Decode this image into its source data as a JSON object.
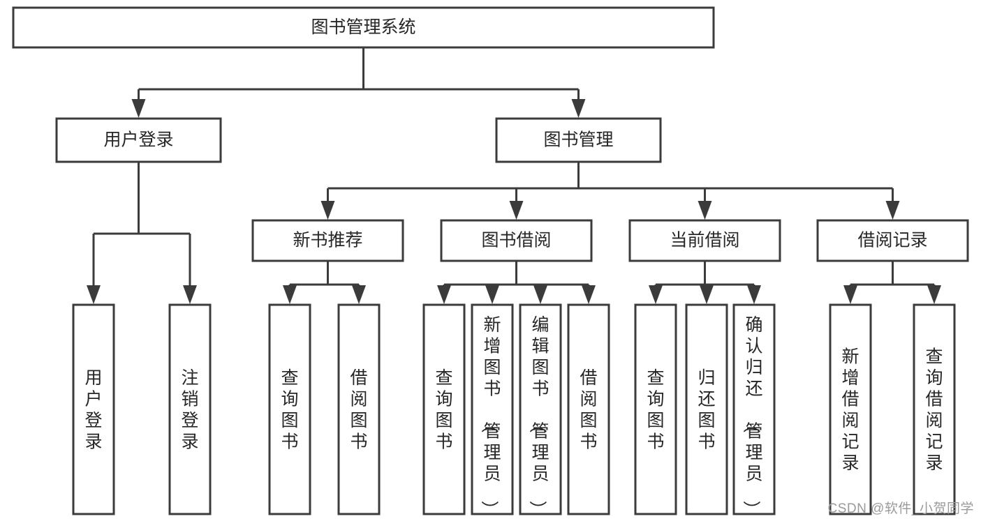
{
  "diagram": {
    "title": "图书管理系统",
    "type": "hierarchy-tree",
    "orientation": "top-down",
    "style": {
      "box_fill": "#ffffff",
      "box_stroke": "#3b3b3b",
      "connector_color": "#3b3b3b",
      "text_color": "#262626",
      "background": "#ffffff"
    },
    "levels": [
      {
        "level": 1,
        "nodes": [
          {
            "id": "root",
            "label": "图书管理系统",
            "orientation": "horizontal"
          }
        ]
      },
      {
        "level": 2,
        "nodes": [
          {
            "id": "login",
            "label": "用户登录",
            "orientation": "horizontal",
            "parent": "root"
          },
          {
            "id": "bookmgmt",
            "label": "图书管理",
            "orientation": "horizontal",
            "parent": "root"
          }
        ]
      },
      {
        "level": 3,
        "nodes": [
          {
            "id": "newbook",
            "label": "新书推荐",
            "orientation": "horizontal",
            "parent": "bookmgmt"
          },
          {
            "id": "borrow",
            "label": "图书借阅",
            "orientation": "horizontal",
            "parent": "bookmgmt"
          },
          {
            "id": "current",
            "label": "当前借阅",
            "orientation": "horizontal",
            "parent": "bookmgmt"
          },
          {
            "id": "records",
            "label": "借阅记录",
            "orientation": "horizontal",
            "parent": "bookmgmt"
          }
        ]
      },
      {
        "level": 4,
        "nodes": [
          {
            "id": "leaf1",
            "label": "用户登录",
            "orientation": "vertical",
            "parent": "login"
          },
          {
            "id": "leaf2",
            "label": "注销登录",
            "orientation": "vertical",
            "parent": "login"
          },
          {
            "id": "leaf3",
            "label": "查询图书",
            "orientation": "vertical",
            "parent": "newbook"
          },
          {
            "id": "leaf4",
            "label": "借阅图书",
            "orientation": "vertical",
            "parent": "newbook"
          },
          {
            "id": "leaf5",
            "label": "查询图书",
            "orientation": "vertical",
            "parent": "borrow"
          },
          {
            "id": "leaf6",
            "label": "新增图书（管理员）",
            "orientation": "vertical",
            "parent": "borrow"
          },
          {
            "id": "leaf7",
            "label": "编辑图书（管理员）",
            "orientation": "vertical",
            "parent": "borrow"
          },
          {
            "id": "leaf8",
            "label": "借阅图书",
            "orientation": "vertical",
            "parent": "borrow"
          },
          {
            "id": "leaf9",
            "label": "查询图书",
            "orientation": "vertical",
            "parent": "current"
          },
          {
            "id": "leaf10",
            "label": "归还图书",
            "orientation": "vertical",
            "parent": "current"
          },
          {
            "id": "leaf11",
            "label": "确认归还（管理员）",
            "orientation": "vertical",
            "parent": "current"
          },
          {
            "id": "leaf12",
            "label": "新增借阅记录",
            "orientation": "vertical",
            "parent": "records"
          },
          {
            "id": "leaf13",
            "label": "查询借阅记录",
            "orientation": "vertical",
            "parent": "records"
          }
        ]
      }
    ]
  },
  "watermark": {
    "text": "CSDN @软件_小贺同学"
  }
}
